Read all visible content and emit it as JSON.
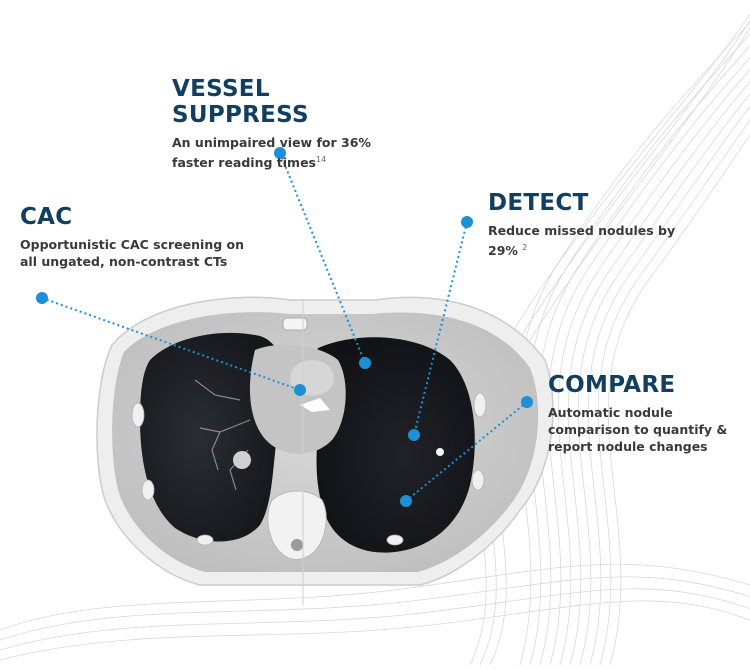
{
  "colors": {
    "heading": "#123e60",
    "body_text": "#3a3a3a",
    "callout": "#1c8fd6",
    "scan_light": "#c9c9c9",
    "scan_dark": "#1a1c22",
    "scan_outer": "#ededed"
  },
  "callouts": {
    "vessel": {
      "title": "VESSEL SUPPRESS",
      "line1": "An unimpaired view for 36%",
      "line2": "faster reading times",
      "ref": "14"
    },
    "cac": {
      "title": "CAC",
      "line1": "Opportunistic CAC screening on",
      "line2": "all ungated, non-contrast CTs"
    },
    "detect": {
      "title": "DETECT",
      "line1": "Reduce missed nodules by",
      "line2": "29%",
      "ref": "2"
    },
    "compare": {
      "title": "COMPARE",
      "line1": "Automatic nodule",
      "line2": "comparison to quantify &",
      "line3": "report nodule changes"
    }
  }
}
